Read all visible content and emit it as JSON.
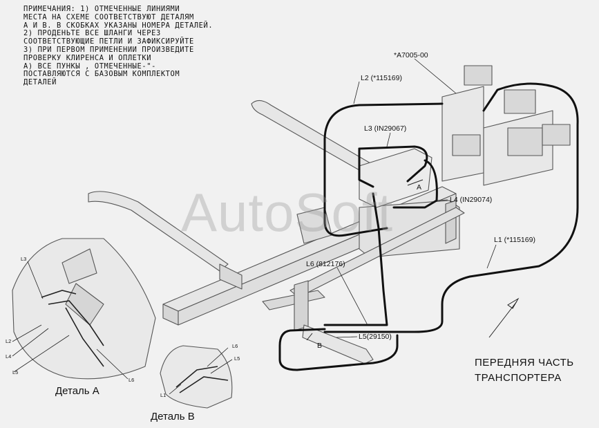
{
  "notes": [
    "ПРИМЕЧАНИЯ: 1) ОТМЕЧЕННЫЕ ЛИНИЯМИ",
    "МЕСТА НА СХЕМЕ СООТВЕТСТВУЮТ ДЕТАЛЯМ",
    "А И В. В СКОБКАХ УКАЗАНЫ  НОМЕРА ДЕТАЛЕЙ.",
    "2) ПРОДЕНЬТЕ ВСЕ ШЛАНГИ ЧЕРЕЗ",
    "СООТВЕТСТВУЮЩИЕ ПЕТЛИ И ЗАФИКСИРУЙТЕ",
    "3) ПРИ ПЕРВОМ ПРИМЕНЕНИИ ПРОИЗВЕДИТЕ",
    "ПРОВЕРКУ КЛИРЕНСА И ОПЛЕТКИ",
    "А) ВСЕ ПУНКЫ , ОТМЕЧЕННЫЕ-\"-",
    "ПОСТАВЛЯЮТСЯ С БАЗОВЫМ КОМПЛЕКТОМ",
    "ДЕТАЛЕЙ"
  ],
  "callouts": {
    "valve": "*A7005-00",
    "l2": "L2 (*115169)",
    "l3": "L3 (IN29067)",
    "l4": "L4 (IN29074)",
    "l1": "L1 (*115169)",
    "l6": "L6 (812176)",
    "l5": "L5(29150)",
    "mark_a": "A",
    "mark_b": "B"
  },
  "detail_a": {
    "caption": "Деталь А",
    "labels": {
      "l3": "L3",
      "l2": "L2",
      "l4": "L4",
      "l5": "L5",
      "l6": "L6"
    }
  },
  "detail_b": {
    "caption": "Деталь В",
    "labels": {
      "l6": "L6",
      "l5": "L5",
      "l1": "L1"
    }
  },
  "front": [
    "ПЕРЕДНЯЯ ЧАСТЬ",
    "ТРАНСПОРТЕРА"
  ],
  "watermark": "AutoSoft",
  "colors": {
    "hose": "#111111",
    "frame": "#555555",
    "fill": "#e4e4e4"
  }
}
